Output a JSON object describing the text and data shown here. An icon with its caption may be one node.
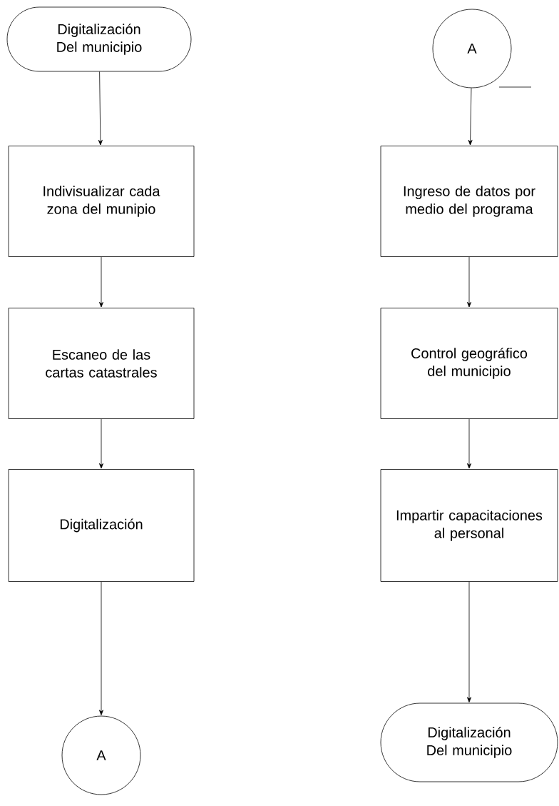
{
  "diagram": {
    "nodes": [
      {
        "text": [
          "Digitalización Del municipio"
        ]
      },
      {
        "text": [
          "Indivisualizar cada zona del munipio"
        ]
      },
      {
        "text": [
          "Escaneo de las cartas catastrales"
        ]
      },
      {
        "text": [
          "Digitalización"
        ]
      },
      {
        "text": [
          "A"
        ]
      },
      {
        "text": [
          "A"
        ]
      },
      {
        "text": [
          "Ingreso de datos por medio del programa"
        ]
      },
      {
        "text": [
          "Control geográfico del municipio"
        ]
      },
      {
        "text": [
          "Impartir capacitaciones al personal"
        ]
      },
      {
        "text": [
          "Digitalización Del municipio"
        ]
      }
    ],
    "edges": [
      {
        "from": 0,
        "to": 1,
        "arrow": "to"
      },
      {
        "from": 1,
        "to": 2,
        "arrow": "to"
      },
      {
        "from": 2,
        "to": 3,
        "arrow": "to"
      },
      {
        "from": 3,
        "to": 4,
        "arrow": "to"
      },
      {
        "from": 5,
        "to": 6,
        "arrow": "to"
      },
      {
        "from": 6,
        "to": 7,
        "arrow": "to"
      },
      {
        "from": 7,
        "to": 8,
        "arrow": "to"
      },
      {
        "from": 8,
        "to": 9,
        "arrow": "to"
      }
    ]
  }
}
